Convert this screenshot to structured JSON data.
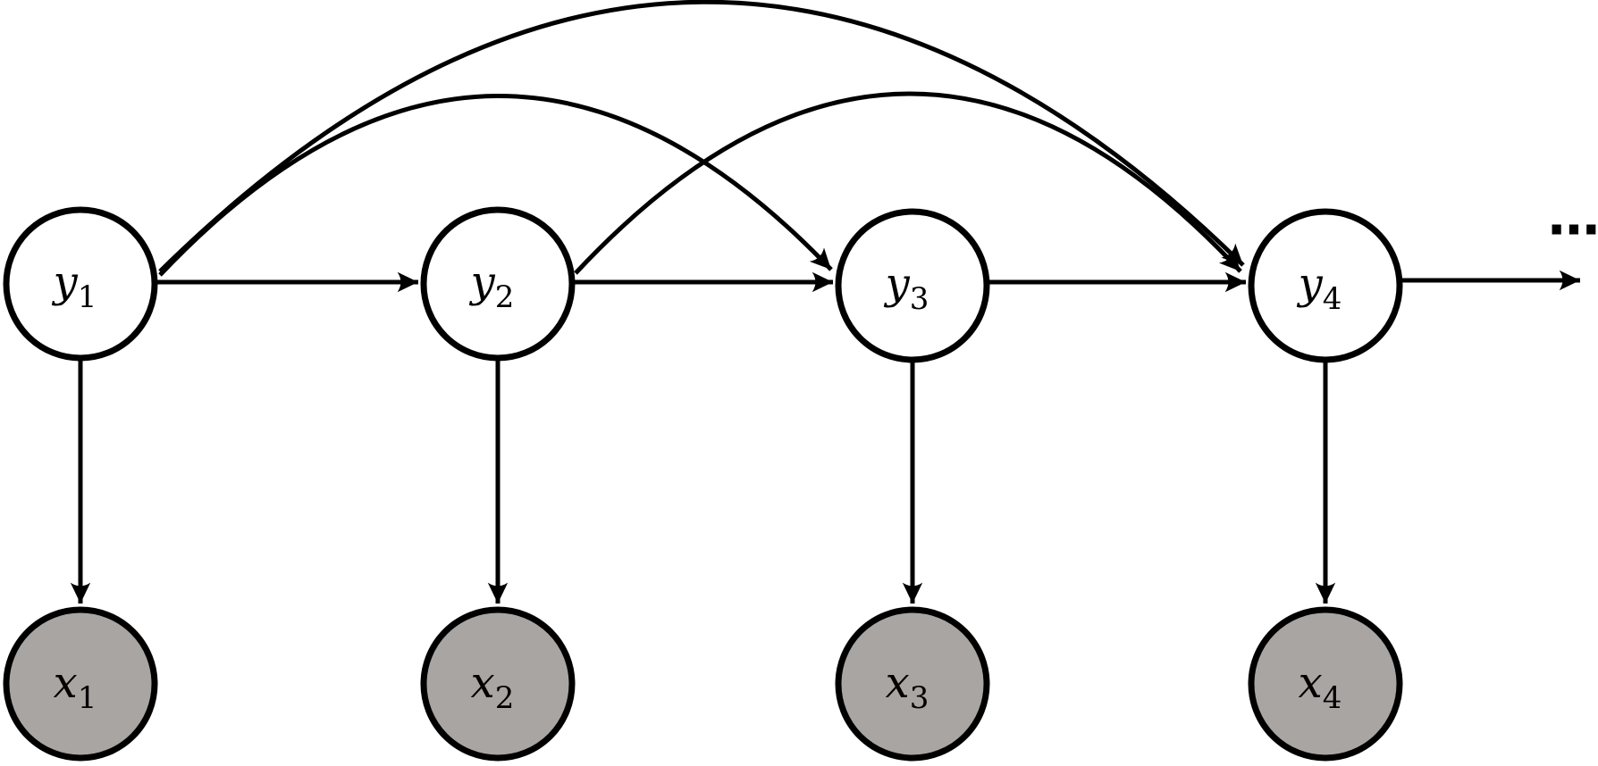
{
  "diagram": {
    "kind": "graphical-model",
    "nodes": [
      {
        "id": "y1",
        "label": "y",
        "subscript": "1",
        "type": "latent",
        "fill": "#ffffff"
      },
      {
        "id": "y2",
        "label": "y",
        "subscript": "2",
        "type": "latent",
        "fill": "#ffffff"
      },
      {
        "id": "y3",
        "label": "y",
        "subscript": "3",
        "type": "latent",
        "fill": "#ffffff"
      },
      {
        "id": "y4",
        "label": "y",
        "subscript": "4",
        "type": "latent",
        "fill": "#ffffff"
      },
      {
        "id": "x1",
        "label": "x",
        "subscript": "1",
        "type": "observed",
        "fill": "#a9a5a2"
      },
      {
        "id": "x2",
        "label": "x",
        "subscript": "2",
        "type": "observed",
        "fill": "#a9a5a2"
      },
      {
        "id": "x3",
        "label": "x",
        "subscript": "3",
        "type": "observed",
        "fill": "#a9a5a2"
      },
      {
        "id": "x4",
        "label": "x",
        "subscript": "4",
        "type": "observed",
        "fill": "#a9a5a2"
      }
    ],
    "edges": [
      {
        "from": "y1",
        "to": "y2",
        "style": "straight"
      },
      {
        "from": "y2",
        "to": "y3",
        "style": "straight"
      },
      {
        "from": "y3",
        "to": "y4",
        "style": "straight"
      },
      {
        "from": "y4",
        "to": "continue",
        "style": "straight"
      },
      {
        "from": "y1",
        "to": "y3",
        "style": "arc"
      },
      {
        "from": "y1",
        "to": "y4",
        "style": "arc"
      },
      {
        "from": "y2",
        "to": "y4",
        "style": "arc"
      },
      {
        "from": "y1",
        "to": "x1",
        "style": "straight"
      },
      {
        "from": "y2",
        "to": "x2",
        "style": "straight"
      },
      {
        "from": "y3",
        "to": "x3",
        "style": "straight"
      },
      {
        "from": "y4",
        "to": "x4",
        "style": "straight"
      }
    ],
    "ellipsis": "⋯"
  },
  "colors": {
    "line": "#000000",
    "latent_fill": "#ffffff",
    "observed_fill": "#a9a5a2",
    "background": "#ffffff"
  }
}
